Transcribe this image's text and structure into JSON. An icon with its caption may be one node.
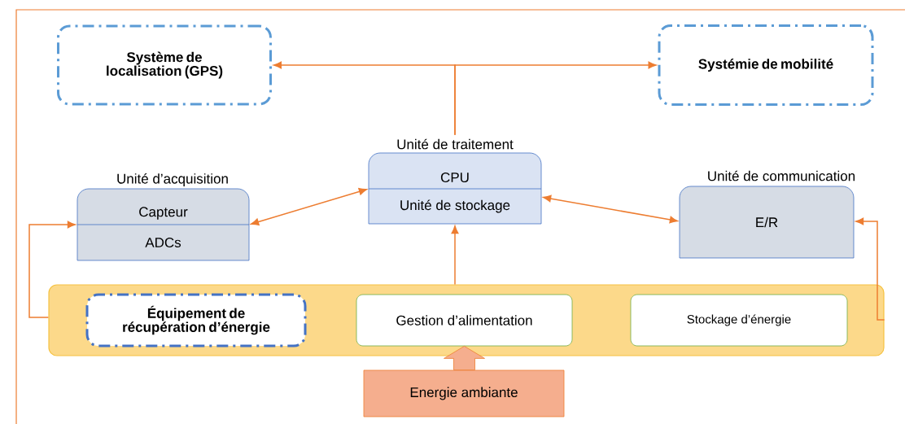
{
  "diagram": {
    "nodes": [
      {
        "text": [
          "Système de localisation (GPS)"
        ]
      },
      {
        "text": [
          "Systémie de mobilité"
        ]
      },
      {
        "text": [
          "Unité de traitement",
          "CPU",
          "Unité de stockage"
        ]
      },
      {
        "text": [
          "Unité d’acquisition",
          "Capteur",
          "ADCs"
        ]
      },
      {
        "text": [
          "Unité de communication",
          "E/R"
        ]
      },
      {
        "text": [],
        "shape": "box"
      },
      {
        "text": [
          "Équipement de récupération d’énergie"
        ],
        "in": 5
      },
      {
        "text": [
          "Gestion d’alimentation"
        ],
        "in": 5
      },
      {
        "text": [
          "Stockage d’énergie"
        ],
        "in": 5
      },
      {
        "text": [
          "Energie ambiante"
        ]
      }
    ],
    "edges": [
      {
        "from": 2,
        "to": 0,
        "arrow": "to"
      },
      {
        "from": 2,
        "to": 1,
        "arrow": "to"
      },
      {
        "from": 3,
        "to": 2,
        "arrow": "both"
      },
      {
        "from": 2,
        "to": 4,
        "arrow": "both"
      },
      {
        "from": 5,
        "to": 2,
        "arrow": "to"
      },
      {
        "from": 5,
        "to": 3,
        "arrow": "to"
      },
      {
        "from": 5,
        "to": 4,
        "arrow": "to"
      },
      {
        "from": 9,
        "to": 7,
        "arrow": "to",
        "style": "thick"
      }
    ]
  }
}
